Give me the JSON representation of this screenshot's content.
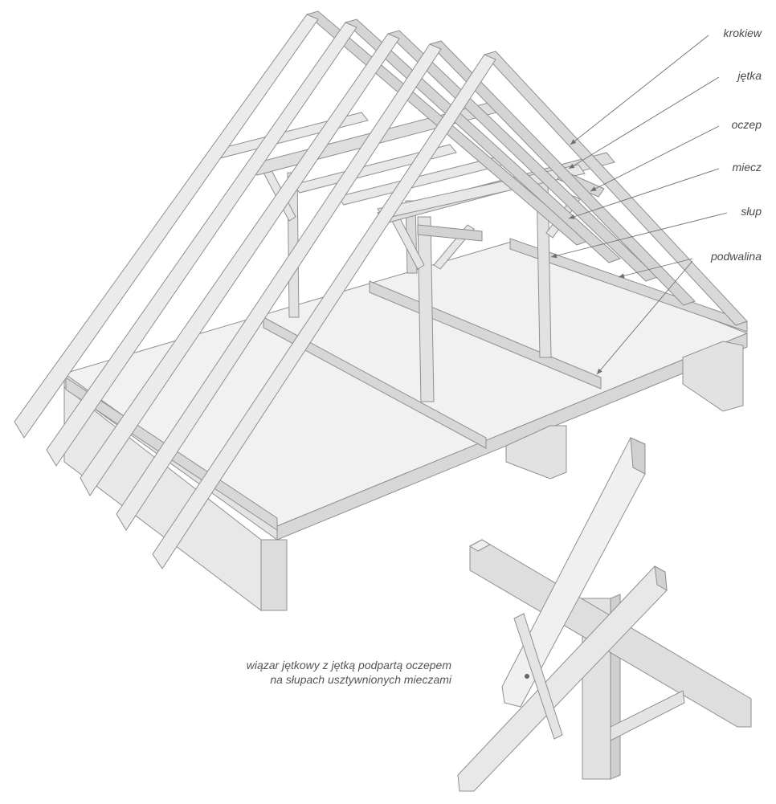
{
  "labels": {
    "krokiew": "krokiew",
    "jetka": "jętka",
    "oczep": "oczep",
    "miecz": "miecz",
    "slup": "słup",
    "podwalina": "podwalina"
  },
  "caption": {
    "line1": "wiązar jętkowy z jętką podpartą oczepem",
    "line2": "na słupach usztywnionych mieczami"
  },
  "colors": {
    "timber_light": "#ececec",
    "timber_mid": "#d9d9d9",
    "timber_dark": "#c4c4c4",
    "floor": "#f1f1f1",
    "floor_side": "#e3e3e3",
    "outline": "#8f8f8f",
    "leader": "#6f6f6f",
    "text": "#4a4a4a"
  }
}
